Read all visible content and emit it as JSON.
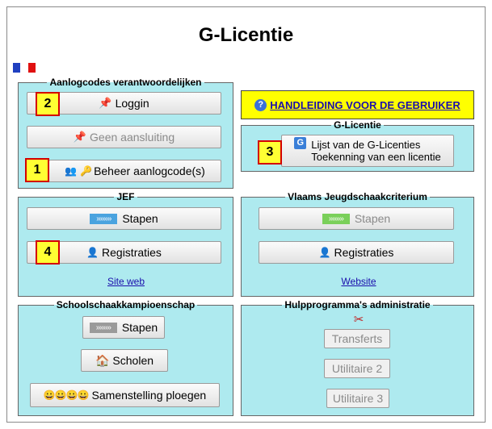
{
  "page": {
    "title": "G-Licentie"
  },
  "colors": {
    "panel_bg": "#aeeaef",
    "highlight": "#ffff33",
    "marker_border": "#d40000",
    "manual_bg": "#ffff00",
    "link": "#1a0dab"
  },
  "flag": {
    "icon": "french-flag-icon"
  },
  "panels": {
    "aanlog": {
      "legend": "Aanlogcodes verantwoordelijken",
      "buttons": {
        "login": "Loggin",
        "no_connection": "Geen aansluiting",
        "manage": "Beheer aanlogcode(s)"
      }
    },
    "manual": {
      "text": "HANDLEIDING VOOR DE GEBRUIKER"
    },
    "glicentie": {
      "legend": "G-Licentie",
      "button_line1": "Lijst van de G-Licenties",
      "button_line2": "Toekenning van een licentie"
    },
    "jef": {
      "legend": "JEF",
      "buttons": {
        "steps": "Stapen",
        "registrations": "Registraties"
      },
      "link": "Site web"
    },
    "vlaams": {
      "legend": "Vlaams Jeugdschaakcriterium",
      "buttons": {
        "steps": "Stapen",
        "registrations": "Registraties"
      },
      "link": "Website"
    },
    "school": {
      "legend": "Schoolschaakkampioenschap",
      "buttons": {
        "steps": "Stapen",
        "schools": "Scholen",
        "teams": "Samenstelling ploegen"
      }
    },
    "admin": {
      "legend": "Hulpprogramma's administratie",
      "buttons": {
        "transfers": "Transferts",
        "util2": "Utilitaire 2",
        "util3": "Utilitaire 3"
      }
    }
  },
  "markers": {
    "m1": "1",
    "m2": "2",
    "m3": "3",
    "m4": "4"
  },
  "glyphs": {
    "arrows": "»»»»",
    "help": "?",
    "g": "G",
    "pushpin": "📌",
    "users": "👥",
    "key": "🔑",
    "person": "👤",
    "tools": "✂",
    "house": "🏠",
    "faces": "😀😀😀😀"
  }
}
